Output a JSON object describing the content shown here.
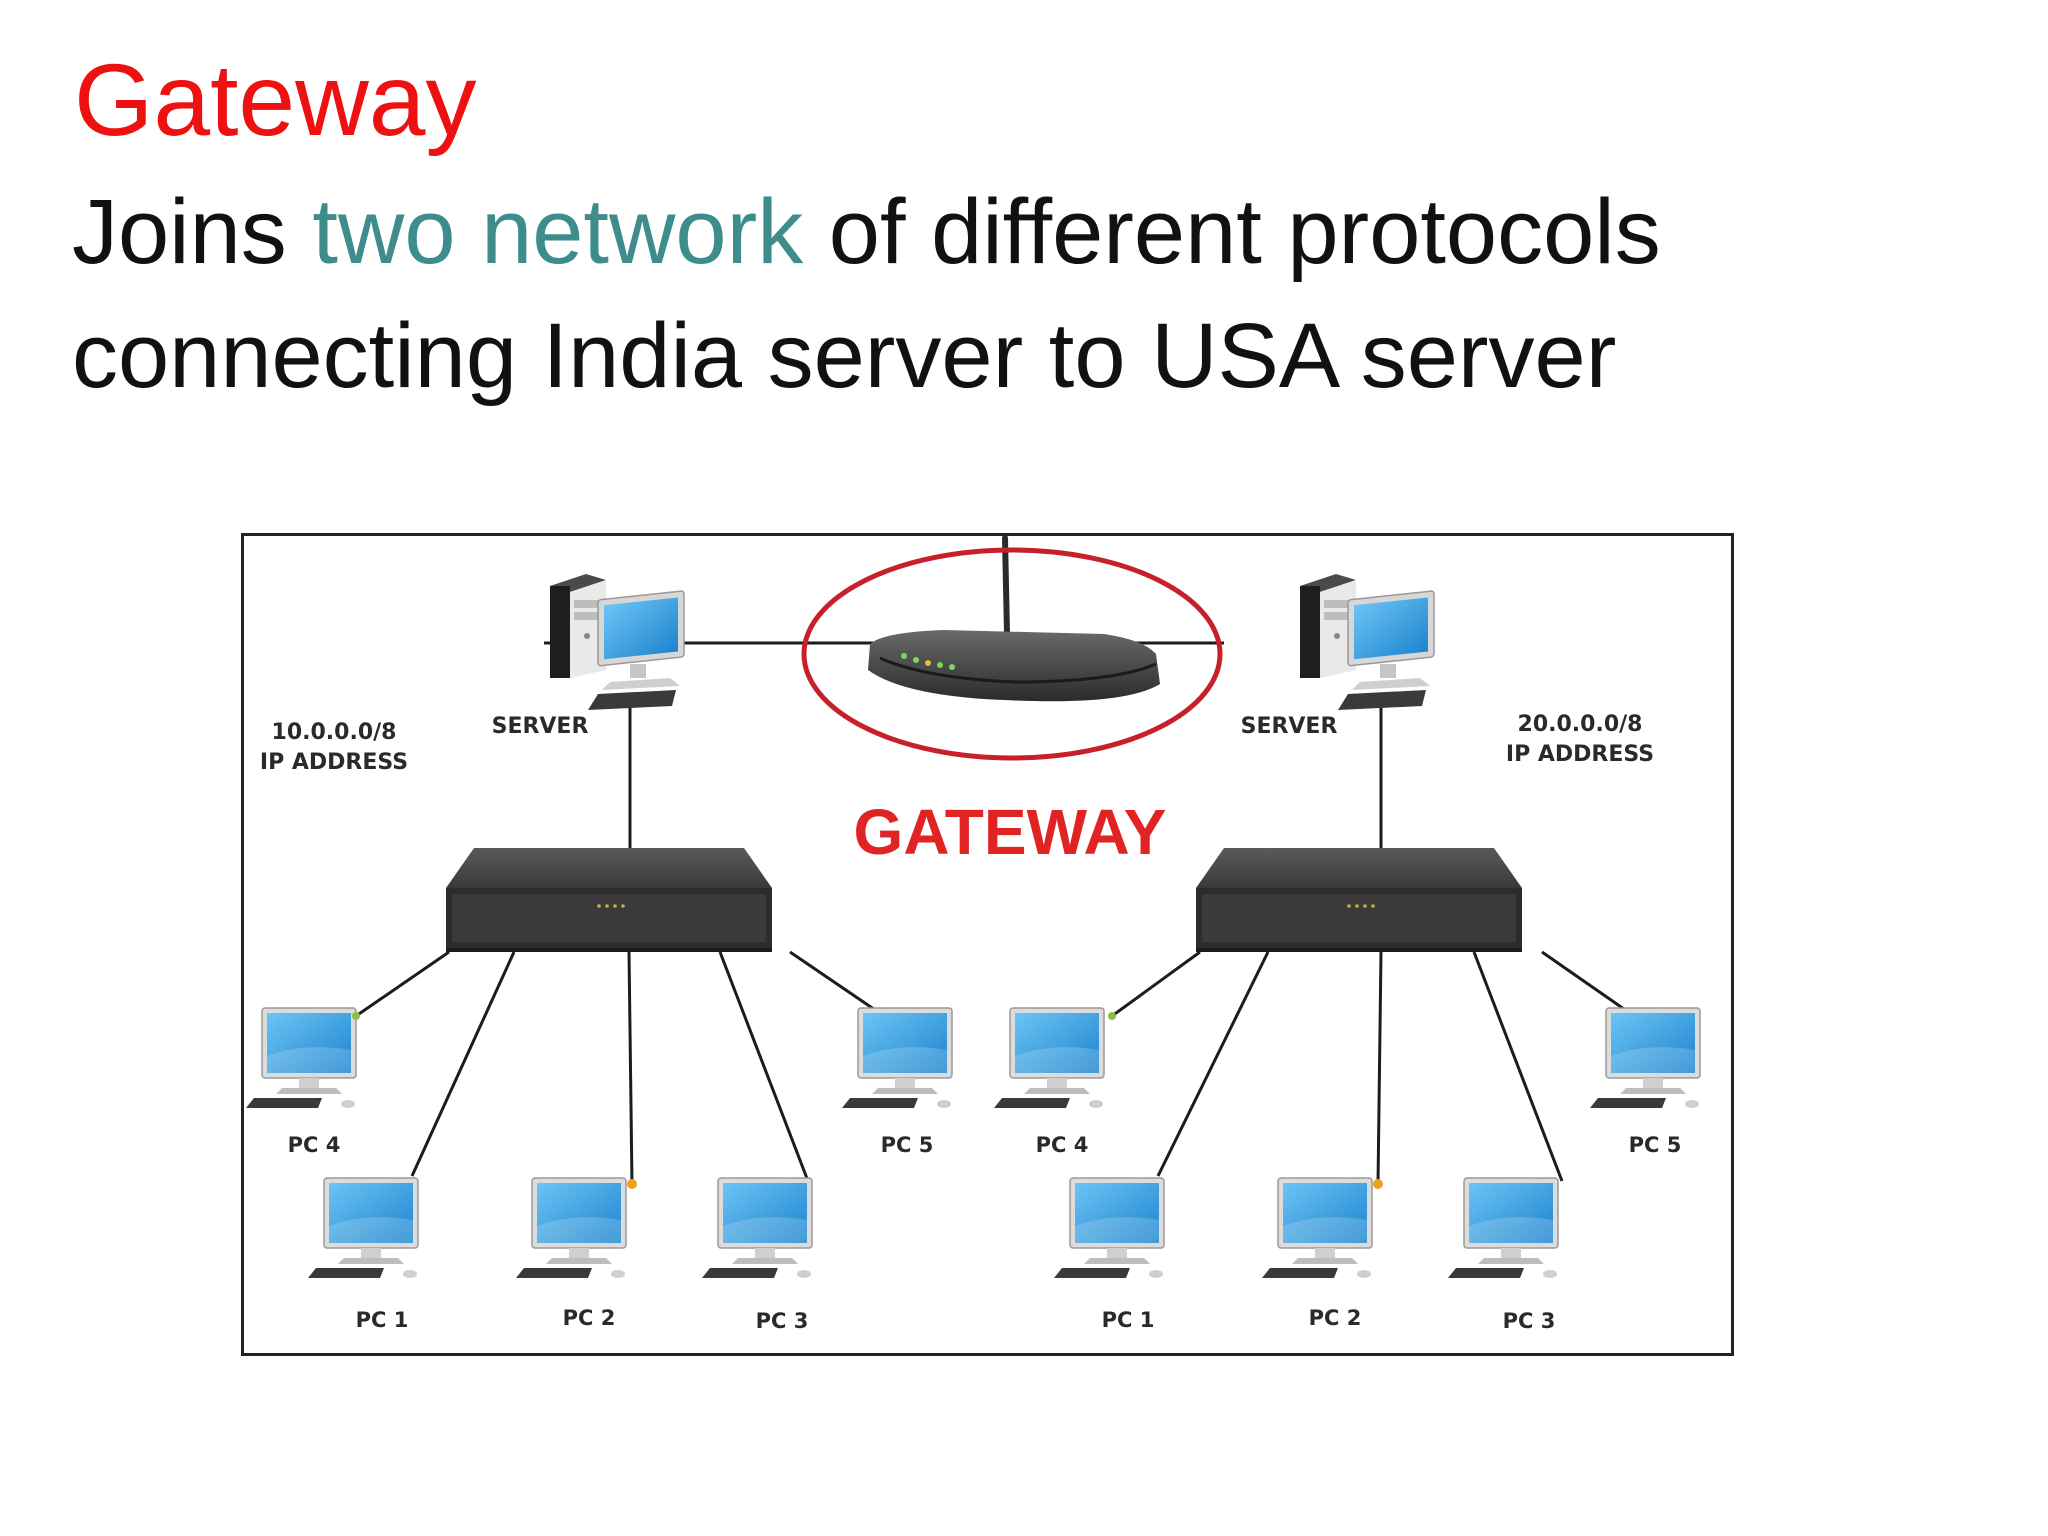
{
  "title": "Gateway",
  "subtitle": {
    "part1": "Joins ",
    "highlight": "two network",
    "part2": " of different protocols",
    "line2": "connecting India server to USA server"
  },
  "colors": {
    "title": "#ee1111",
    "highlight": "#3f8c8c",
    "gateway_label": "#e02424",
    "screen": "#3aa0e0"
  },
  "diagram": {
    "gateway_label": "GATEWAY",
    "left_network": {
      "ip": "10.0.0.0/8",
      "ip_caption": "IP ADDRESS",
      "server_label": "SERVER",
      "pcs": [
        "PC 4",
        "PC 1",
        "PC 2",
        "PC 3",
        "PC 5"
      ]
    },
    "right_network": {
      "ip": "20.0.0.0/8",
      "ip_caption": "IP ADDRESS",
      "server_label": "SERVER",
      "pcs": [
        "PC 4",
        "PC 1",
        "PC 2",
        "PC 3",
        "PC 5"
      ]
    },
    "icons": [
      "server-tower-icon",
      "router-icon",
      "network-switch-icon",
      "desktop-pc-icon"
    ]
  }
}
